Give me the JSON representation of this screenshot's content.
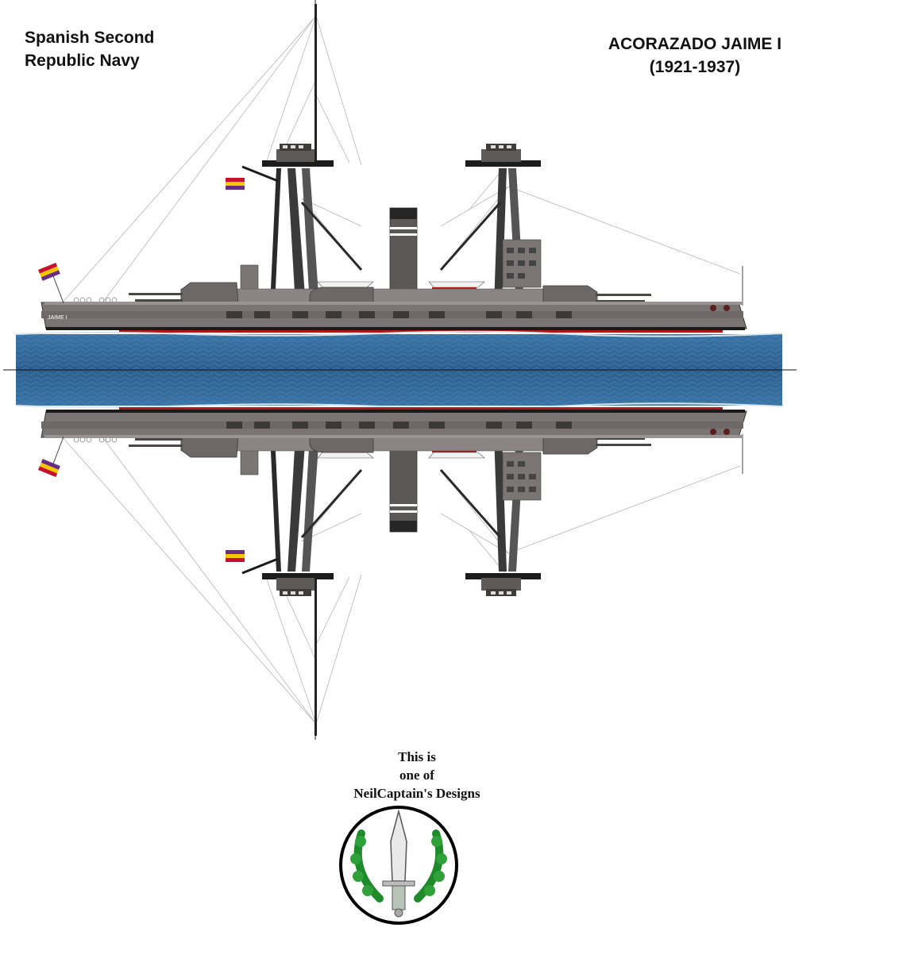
{
  "header": {
    "navy_line1": "Spanish Second",
    "navy_line2": "Republic Navy",
    "ship_name": "ACORAZADO JAIME I",
    "service_years": "(1921-1937)"
  },
  "ship": {
    "hull_name_plate": "JAIME I"
  },
  "credit": {
    "line1": "This is",
    "line2": "one of",
    "line3": "NeilCaptain's Designs"
  },
  "colors": {
    "hull": "#7a7574",
    "hull_dark": "#5a5555",
    "deck": "#8f8a89",
    "boot_top": "#b01818",
    "sea": "#2e6494",
    "sea_light": "#4f86b5",
    "flag_red": "#c8102e",
    "flag_yellow": "#f6c700",
    "flag_purple": "#6a2c83",
    "wreath": "#1e8a2a"
  },
  "icons": {
    "flag": "spanish-republic-flag-icon",
    "emblem": "dagger-wreath-emblem-icon"
  }
}
